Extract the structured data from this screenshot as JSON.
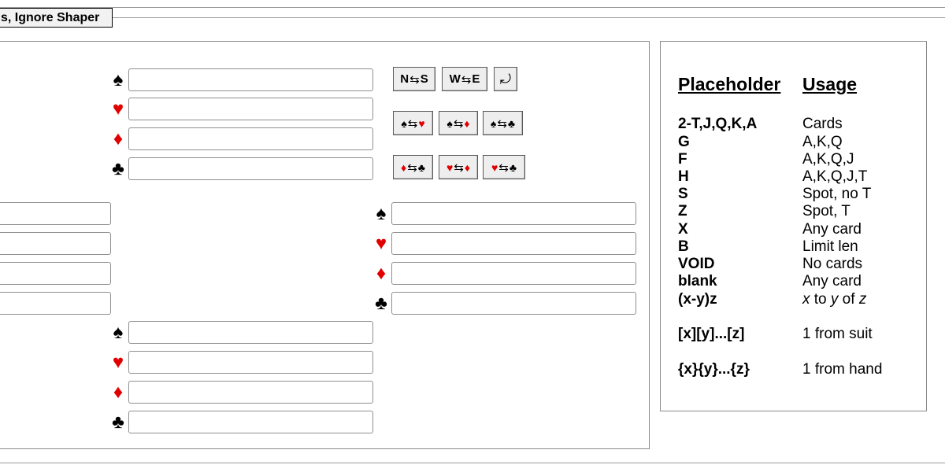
{
  "header": {
    "legend_label": "s, Ignore Shaper"
  },
  "suits": {
    "spade": {
      "glyph": "♠",
      "color": "#000000"
    },
    "heart": {
      "glyph": "♥",
      "color": "#e00000"
    },
    "diamond": {
      "glyph": "♦",
      "color": "#e00000"
    },
    "club": {
      "glyph": "♣",
      "color": "#000000"
    }
  },
  "toolbar": {
    "rotate_glyph": "⤾",
    "swap_arrow": "⇆",
    "ns_left": "N",
    "ns_right": "S",
    "we_left": "W",
    "we_right": "E"
  },
  "legend": {
    "header_placeholder": "Placeholder",
    "header_usage": "Usage",
    "rows": [
      {
        "placeholder": "2-T,J,Q,K,A",
        "usage": "Cards"
      },
      {
        "placeholder": "G",
        "usage": "A,K,Q"
      },
      {
        "placeholder": "F",
        "usage": "A,K,Q,J"
      },
      {
        "placeholder": "H",
        "usage": "A,K,Q,J,T"
      },
      {
        "placeholder": "S",
        "usage": "Spot, no T"
      },
      {
        "placeholder": "Z",
        "usage": "Spot, T"
      },
      {
        "placeholder": "X",
        "usage": "Any card"
      },
      {
        "placeholder": "B",
        "usage": "Limit len"
      },
      {
        "placeholder": "VOID",
        "usage": "No cards"
      },
      {
        "placeholder": "blank",
        "usage": "Any card"
      },
      {
        "placeholder": "(x-y)z",
        "usage_x": "x",
        "usage_to": " to ",
        "usage_y": "y",
        "usage_of": " of ",
        "usage_z": "z"
      },
      {
        "placeholder": "[x][y]...[z]",
        "usage": "1 from suit"
      },
      {
        "placeholder": "{x}{y}...{z}",
        "usage": "1 from hand"
      }
    ]
  }
}
